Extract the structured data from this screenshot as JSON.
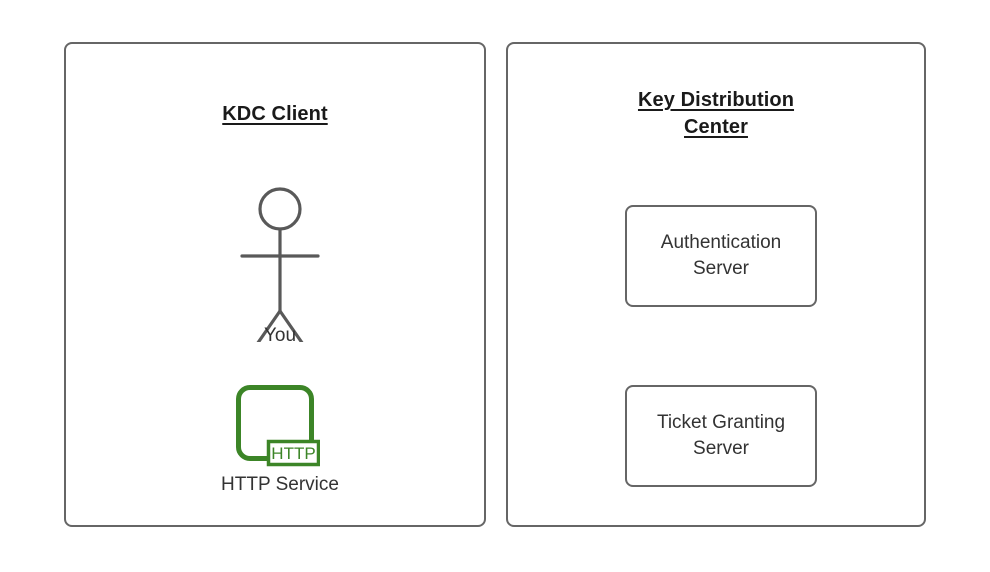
{
  "diagram": {
    "title": "Kerberos KDC Client and Key Distribution Center",
    "background_color": "#ffffff",
    "stroke_color": "#666666",
    "text_color": "#333333",
    "heading_color": "#1a1a1a",
    "accent_color": "#3c8527"
  },
  "panels": [
    {
      "id": "kdc-client",
      "title": "KDC Client",
      "nodes": [
        {
          "id": "you",
          "type": "actor",
          "label": "You",
          "icon": "stick-figure-icon"
        },
        {
          "id": "http-service",
          "type": "service",
          "label": "HTTP Service",
          "badge": "HTTP",
          "icon": "http-service-icon",
          "color": "#3c8527"
        }
      ]
    },
    {
      "id": "key-distribution-center",
      "title_line1": "Key Distribution",
      "title_line2": "Center",
      "nodes": [
        {
          "id": "authentication-server",
          "type": "box",
          "label_line1": "Authentication",
          "label_line2": "Server"
        },
        {
          "id": "ticket-granting-server",
          "type": "box",
          "label_line1": "Ticket Granting",
          "label_line2": "Server"
        }
      ]
    }
  ]
}
